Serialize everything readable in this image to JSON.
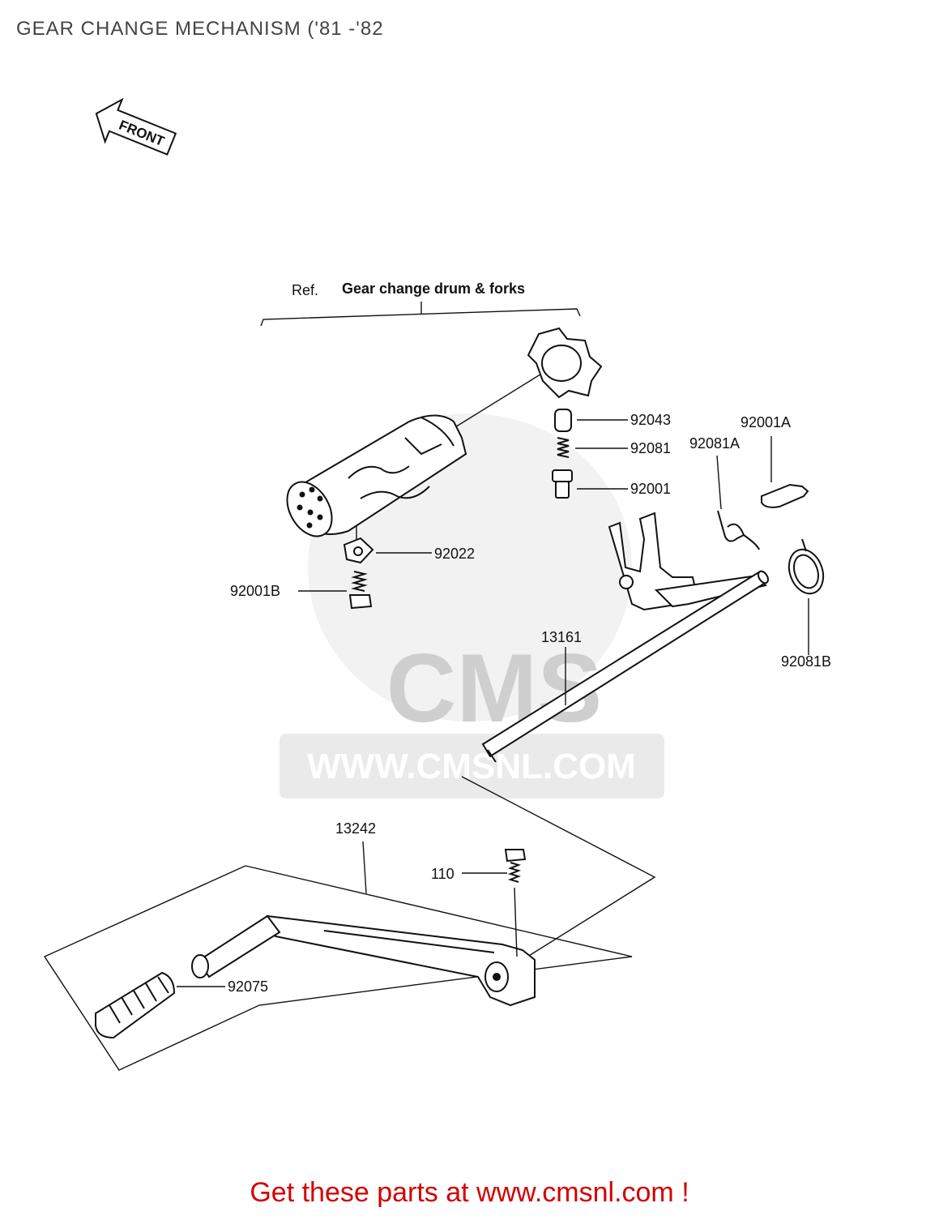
{
  "page": {
    "title": "GEAR CHANGE MECHANISM ('81 -'82",
    "cta": "Get these parts at www.cmsnl.com !"
  },
  "diagram": {
    "front_arrow": "FRONT",
    "ref_prefix": "Ref.",
    "ref_label": "Gear change drum & forks",
    "watermark": {
      "logo": "CMS",
      "url": "WWW.CMSNL.COM"
    },
    "parts": {
      "p92043": "92043",
      "p92081": "92081",
      "p92001": "92001",
      "p92001A": "92001A",
      "p92081A": "92081A",
      "p92022": "92022",
      "p92001B": "92001B",
      "p13161": "13161",
      "p92081B": "92081B",
      "p13242": "13242",
      "p110": "110",
      "p92075": "92075"
    }
  },
  "colors": {
    "cta": "#d40000",
    "title": "#444444",
    "watermark": "#d9d9d9"
  }
}
